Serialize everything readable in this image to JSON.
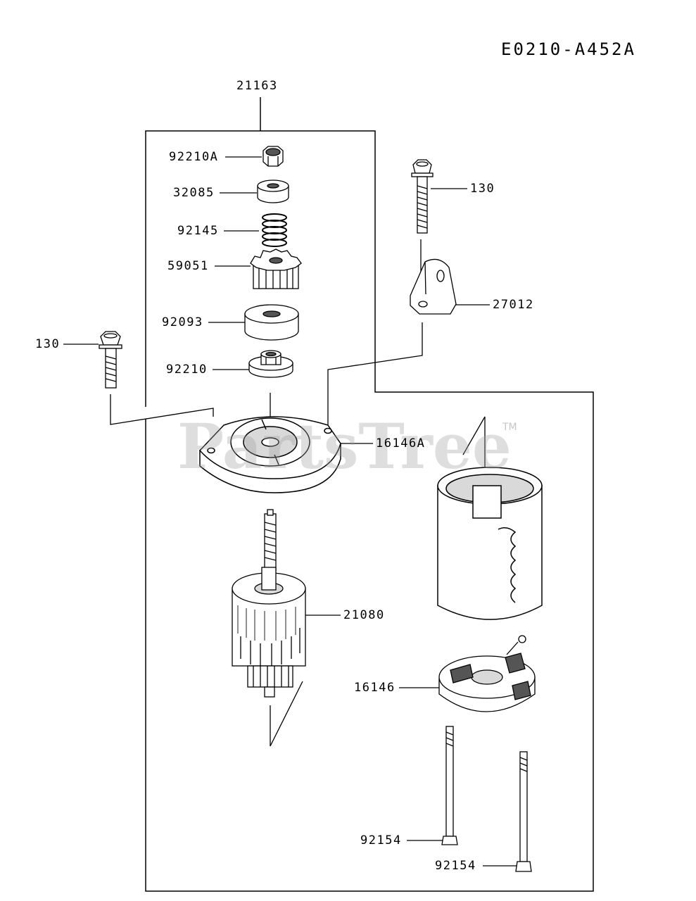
{
  "diagram_code": "E0210-A452A",
  "watermark": {
    "text": "PartsTree",
    "trademark": "TM"
  },
  "labels": {
    "assembly": "21163",
    "nut": "92210A",
    "collar": "32085",
    "spring": "92145",
    "pinion_gear": "59051",
    "washer": "92093",
    "drive_nut": "92210",
    "bolt_right": "130",
    "bracket": "27012",
    "bolt_left": "130",
    "end_cover": "16146A",
    "armature": "21080",
    "brush_holder": "16146",
    "through_bolt_a": "92154",
    "through_bolt_b": "92154"
  },
  "colors": {
    "line": "#000000",
    "part_fill": "#ffffff",
    "shade": "#d9d9d9",
    "dark": "#555555"
  }
}
